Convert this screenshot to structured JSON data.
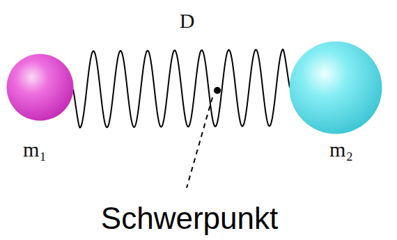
{
  "diagram": {
    "nodes": [
      {
        "text": [
          "m₁"
        ]
      },
      {
        "text": [
          "m₂"
        ]
      }
    ],
    "edges": [
      {
        "from": 0,
        "to": 1,
        "arrow": "none",
        "label": "D"
      }
    ],
    "labels": [
      "Schwerpunkt"
    ]
  }
}
